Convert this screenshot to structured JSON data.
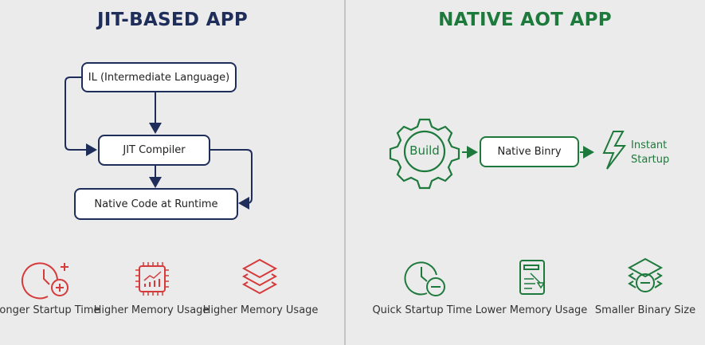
{
  "colors": {
    "background": "#ebebeb",
    "jit": "#1f2d5a",
    "aot": "#1e7a3c",
    "negative": "#d63b3b",
    "divider": "#c4c4c4"
  },
  "jit": {
    "title": "JIT-BASED APP",
    "flow": {
      "il": "IL (Intermediate Language)",
      "compiler": "JIT Compiler",
      "native": "Native Code at Runtime"
    },
    "traits": [
      {
        "icon": "clock-plus-icon",
        "label": "Longer Startup Time"
      },
      {
        "icon": "chip-chart-icon",
        "label": "Higher Memory Usage"
      },
      {
        "icon": "layers-icon",
        "label": "Higher Memory Usage"
      }
    ]
  },
  "aot": {
    "title": "NATIVE AOT APP",
    "flow": {
      "build": "Build",
      "binary": "Native Binry",
      "result": "Instant Startup"
    },
    "traits": [
      {
        "icon": "clock-minus-icon",
        "label": "Quick Startup Time"
      },
      {
        "icon": "document-down-icon",
        "label": "Lower Memory Usage"
      },
      {
        "icon": "layers-minus-icon",
        "label": "Smaller Binary Size"
      }
    ]
  }
}
